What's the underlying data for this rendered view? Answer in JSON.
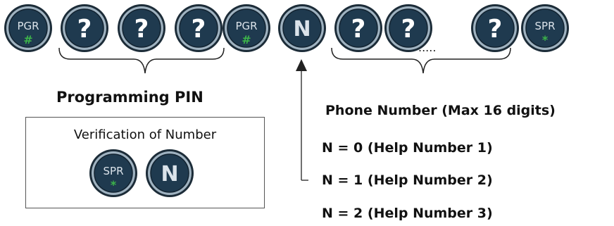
{
  "sequence": [
    {
      "kind": "key",
      "label": "PGR",
      "sub": "#"
    },
    {
      "kind": "digit",
      "label": "?"
    },
    {
      "kind": "digit",
      "label": "?"
    },
    {
      "kind": "digit",
      "label": "?"
    },
    {
      "kind": "key",
      "label": "PGR",
      "sub": "#"
    },
    {
      "kind": "n",
      "label": "N"
    },
    {
      "kind": "digit",
      "label": "?"
    },
    {
      "kind": "digit",
      "label": "?"
    },
    {
      "kind": "digit",
      "label": "?"
    },
    {
      "kind": "key",
      "label": "SPR",
      "sub": "*"
    }
  ],
  "ellipsis": ".....",
  "labels": {
    "programming_pin": "Programming PIN",
    "phone_number": "Phone Number (Max 16 digits)",
    "verification_title": "Verification of Number"
  },
  "verification_buttons": [
    {
      "kind": "key",
      "label": "SPR",
      "sub": "*"
    },
    {
      "kind": "n",
      "label": "N"
    }
  ],
  "options": [
    "N = 0 (Help Number 1)",
    "N = 1 (Help Number 2)",
    "N = 2 (Help Number 3)"
  ],
  "colors": {
    "button_fill": "#1f3a4f",
    "button_ring": "#9fb2c0",
    "sub_green": "#3db54a",
    "text_light": "#dbe3ea"
  }
}
